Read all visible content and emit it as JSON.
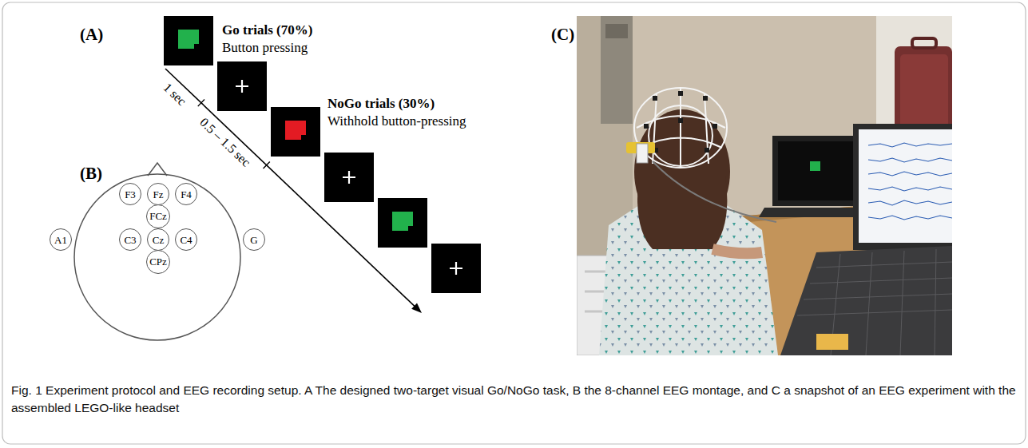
{
  "diagram": {
    "caption": "Fig. 1 Experiment protocol and EEG recording setup. A The designed two-target visual Go/NoGo task, B the 8-channel EEG montage, and C a snapshot of an EEG experiment with the assembled LEGO-like headset",
    "nodes": [
      {
        "text": [
          "F3"
        ]
      },
      {
        "text": [
          "Fz"
        ]
      },
      {
        "text": [
          "F4"
        ]
      },
      {
        "text": [
          "FCz"
        ]
      },
      {
        "text": [
          "A1"
        ]
      },
      {
        "text": [
          "C3"
        ]
      },
      {
        "text": [
          "Cz"
        ]
      },
      {
        "text": [
          "C4"
        ]
      },
      {
        "text": [
          "G"
        ]
      },
      {
        "text": [
          "CPz"
        ]
      }
    ],
    "labels": [
      "(A)",
      "Go trials (70%)",
      "Button pressing",
      "NoGo trials (30%)",
      "Withhold button-pressing",
      "1 sec",
      "0.5 – 1.5 sec",
      "(B)",
      "(C)"
    ]
  }
}
